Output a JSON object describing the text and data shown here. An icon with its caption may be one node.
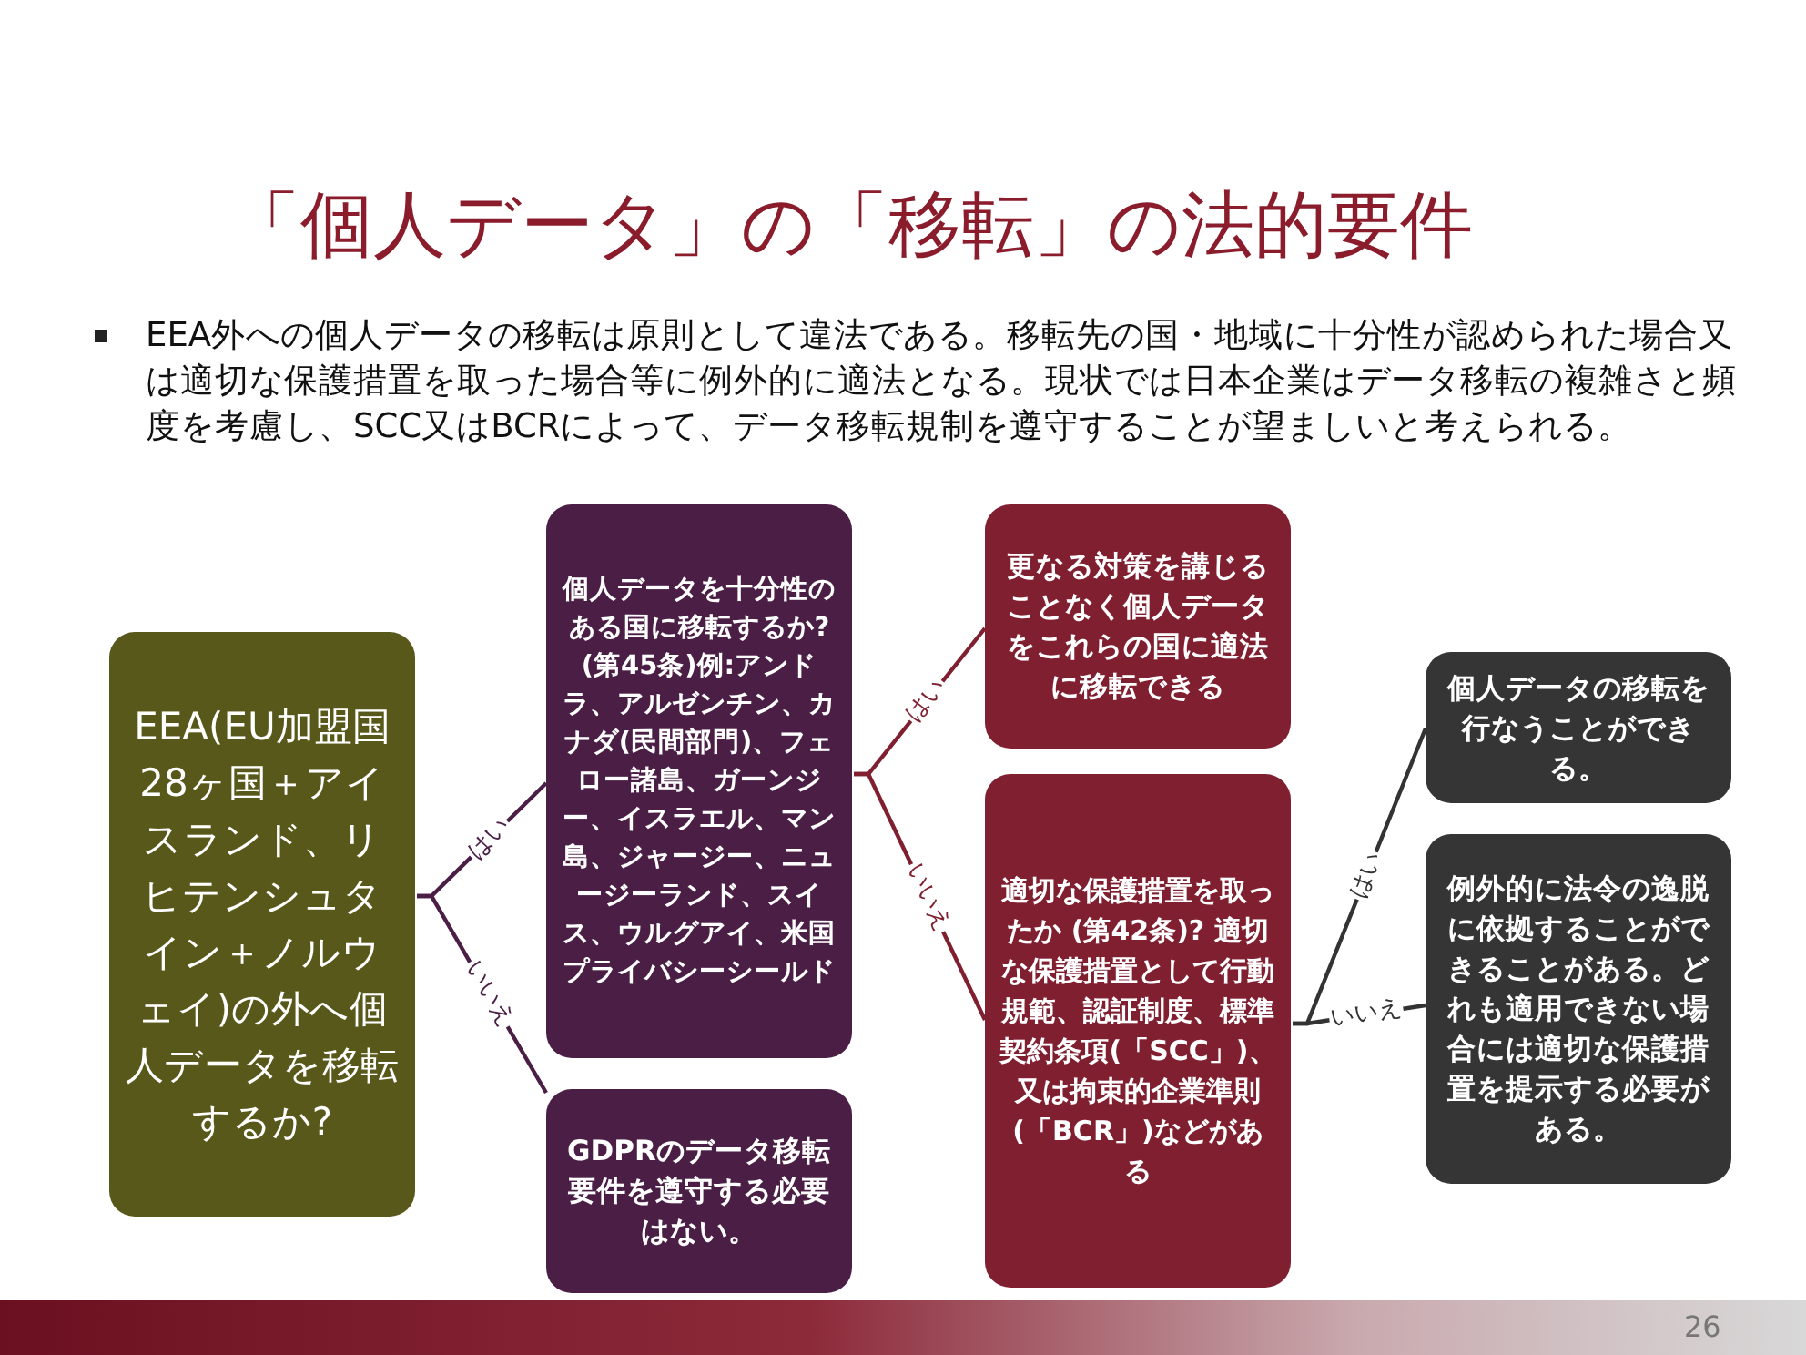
{
  "diagram": {
    "title": "「個人データ」の「移転」の法的要件",
    "nodes": [
      {
        "text": [
          "EEA(EU加盟国28ヶ国＋アイスランド、リヒテンシュタイン＋ノルウェイ)の外へ個人データを移転するか?"
        ]
      },
      {
        "text": [
          "個人データを十分性のある国に移転するか?(第45条)例:アンドラ、アルゼンチン、カナダ(民間部門)、フェロー諸島、ガーンジー、イスラエル、マン島、ジャージー、ニュージーランド、スイス、ウルグアイ、米国プライバシーシールド"
        ]
      },
      {
        "text": [
          "GDPRのデータ移転要件を遵守する必要はない。"
        ]
      },
      {
        "text": [
          "更なる対策を講じることなく個人データをこれらの国に適法に移転できる"
        ]
      },
      {
        "text": [
          "適切な保護措置を取ったか (第42条)? 適切な保護措置として行動規範、認証制度、標準契約条項(「**SCC**」)、又は拘束的企業準則(「**BCR**」)などがある"
        ]
      },
      {
        "text": [
          "個人データの移転を行なうことができる。"
        ]
      },
      {
        "text": [
          "例外的に法令の逸脱に依拠することができることがある。どれも適用できない場合には適切な保護措置を提示する必要がある。"
        ]
      }
    ],
    "edges": [
      {
        "from": 0,
        "to": 1,
        "arrow": "none",
        "label": "はい",
        "color": "#4b1f45"
      },
      {
        "from": 0,
        "to": 2,
        "arrow": "none",
        "label": "いいえ",
        "color": "#4b1f45"
      },
      {
        "from": 1,
        "to": 3,
        "arrow": "none",
        "label": "はい",
        "color": "#7f1f30"
      },
      {
        "from": 1,
        "to": 4,
        "arrow": "none",
        "label": "いいえ",
        "color": "#7f1f30"
      },
      {
        "from": 4,
        "to": 5,
        "arrow": "none",
        "label": "はい",
        "color": "#333333"
      },
      {
        "from": 4,
        "to": 6,
        "arrow": "none",
        "label": "いいえ",
        "color": "#333333"
      }
    ],
    "labels": [
      "EEA外への個人データの移転は原則として違法である。移転先の国・地域に十分性が認められた場合又は適切な保護措置を取った場合等に例外的に適法となる。現状では日本企業はデータ移転の複雑さと頻度を考慮し、SCC又はBCRによって、データ移転規制を遵守することが望ましいと考えられる。",
      "26"
    ]
  }
}
